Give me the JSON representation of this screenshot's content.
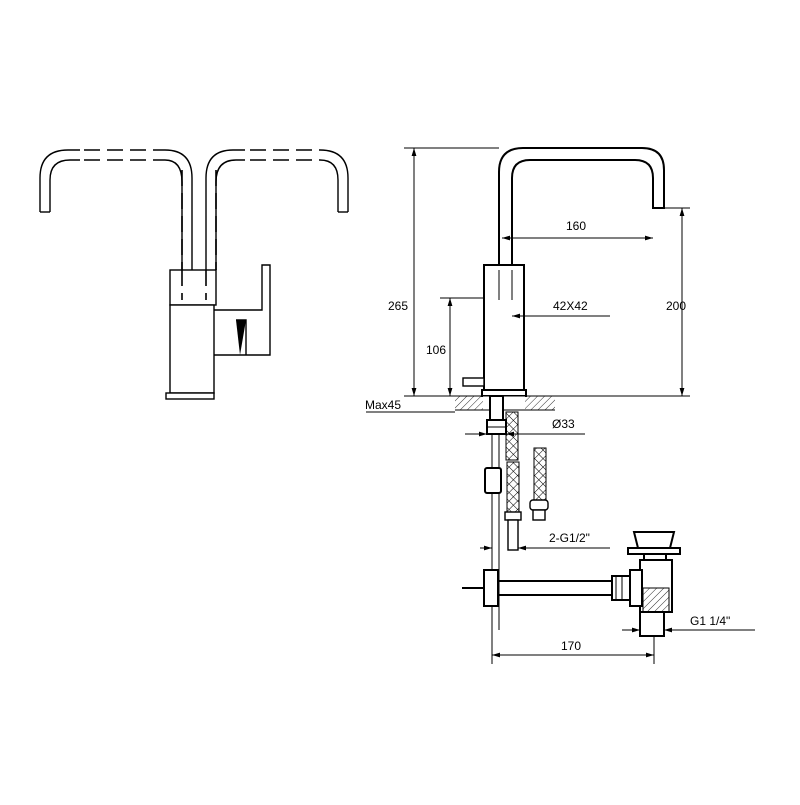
{
  "dimensions": {
    "spout_reach": "160",
    "overall_height": "265",
    "outlet_height": "200",
    "body_size": "42X42",
    "body_height": "106",
    "max_deck_thickness": "Max45",
    "mounting_hole": "Ø33",
    "supply_connection": "2-G1/2\"",
    "waste_connection": "G1 1/4\"",
    "waste_offset": "170"
  }
}
